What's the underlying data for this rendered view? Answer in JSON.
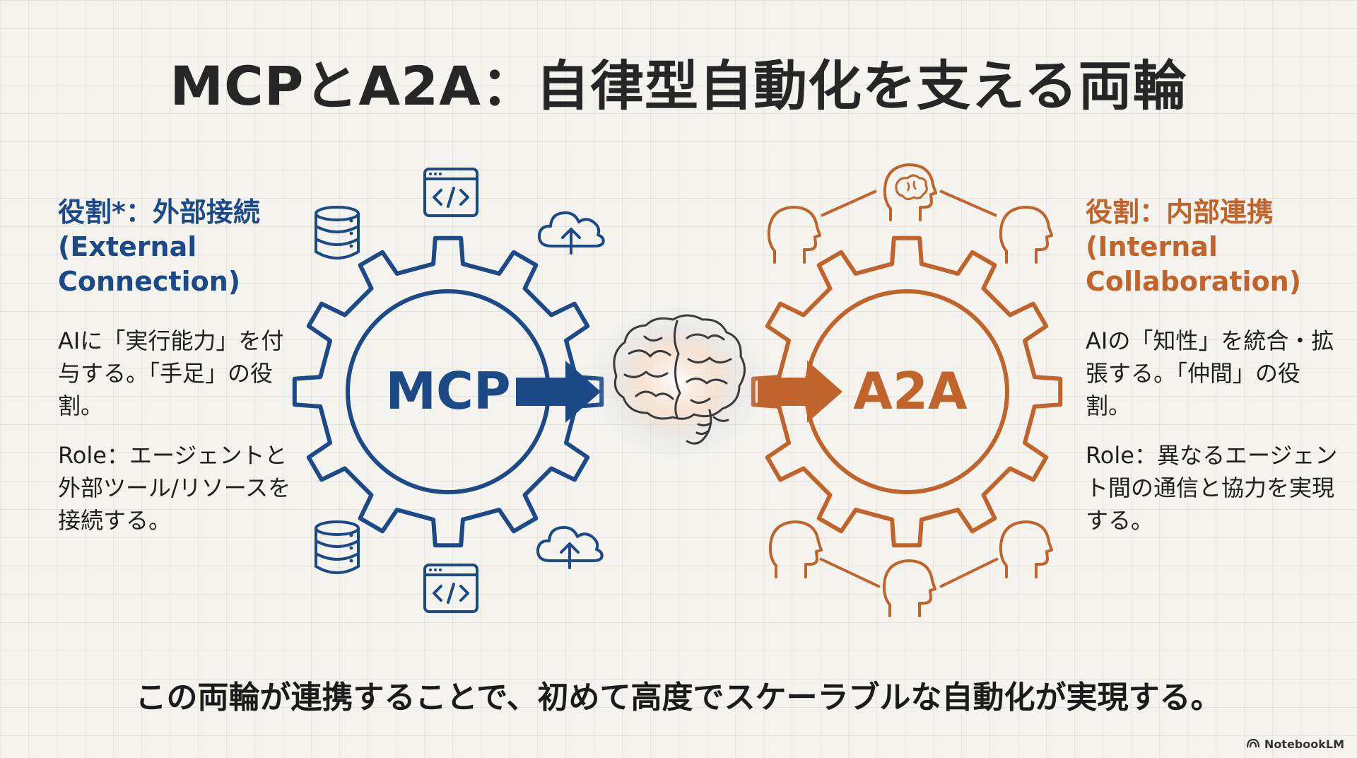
{
  "title": "MCPとA2A：自律型自動化を支える両輪",
  "left": {
    "heading_lines": [
      "役割*：外部接続",
      "(External",
      "Connection)"
    ],
    "desc_jp": "AIに「実行能力」を付与する。「手足」の役割。",
    "desc_en": "Role：エージェントと外部ツール/リソースを接続する。",
    "gear_label": "MCP",
    "color": "#1c4a86"
  },
  "right": {
    "heading_lines": [
      "役割：内部連携",
      "(Internal",
      "Collaboration)"
    ],
    "desc_jp": "AIの「知性」を統合・拡張する。「仲間」の役割。",
    "desc_en": "Role：異なるエージェント間の通信と協力を実現する。",
    "gear_label": "A2A",
    "color": "#c0642b"
  },
  "icons": {
    "mcp": [
      "database-icon",
      "code-window-icon",
      "cloud-upload-icon"
    ],
    "a2a": [
      "person-head-icon",
      "brain-head-icon"
    ],
    "center": "brain-icon"
  },
  "conclusion": "この両輪が連携することで、初めて高度でスケーラブルな自動化が実現する。",
  "footer": "NotebookLM"
}
